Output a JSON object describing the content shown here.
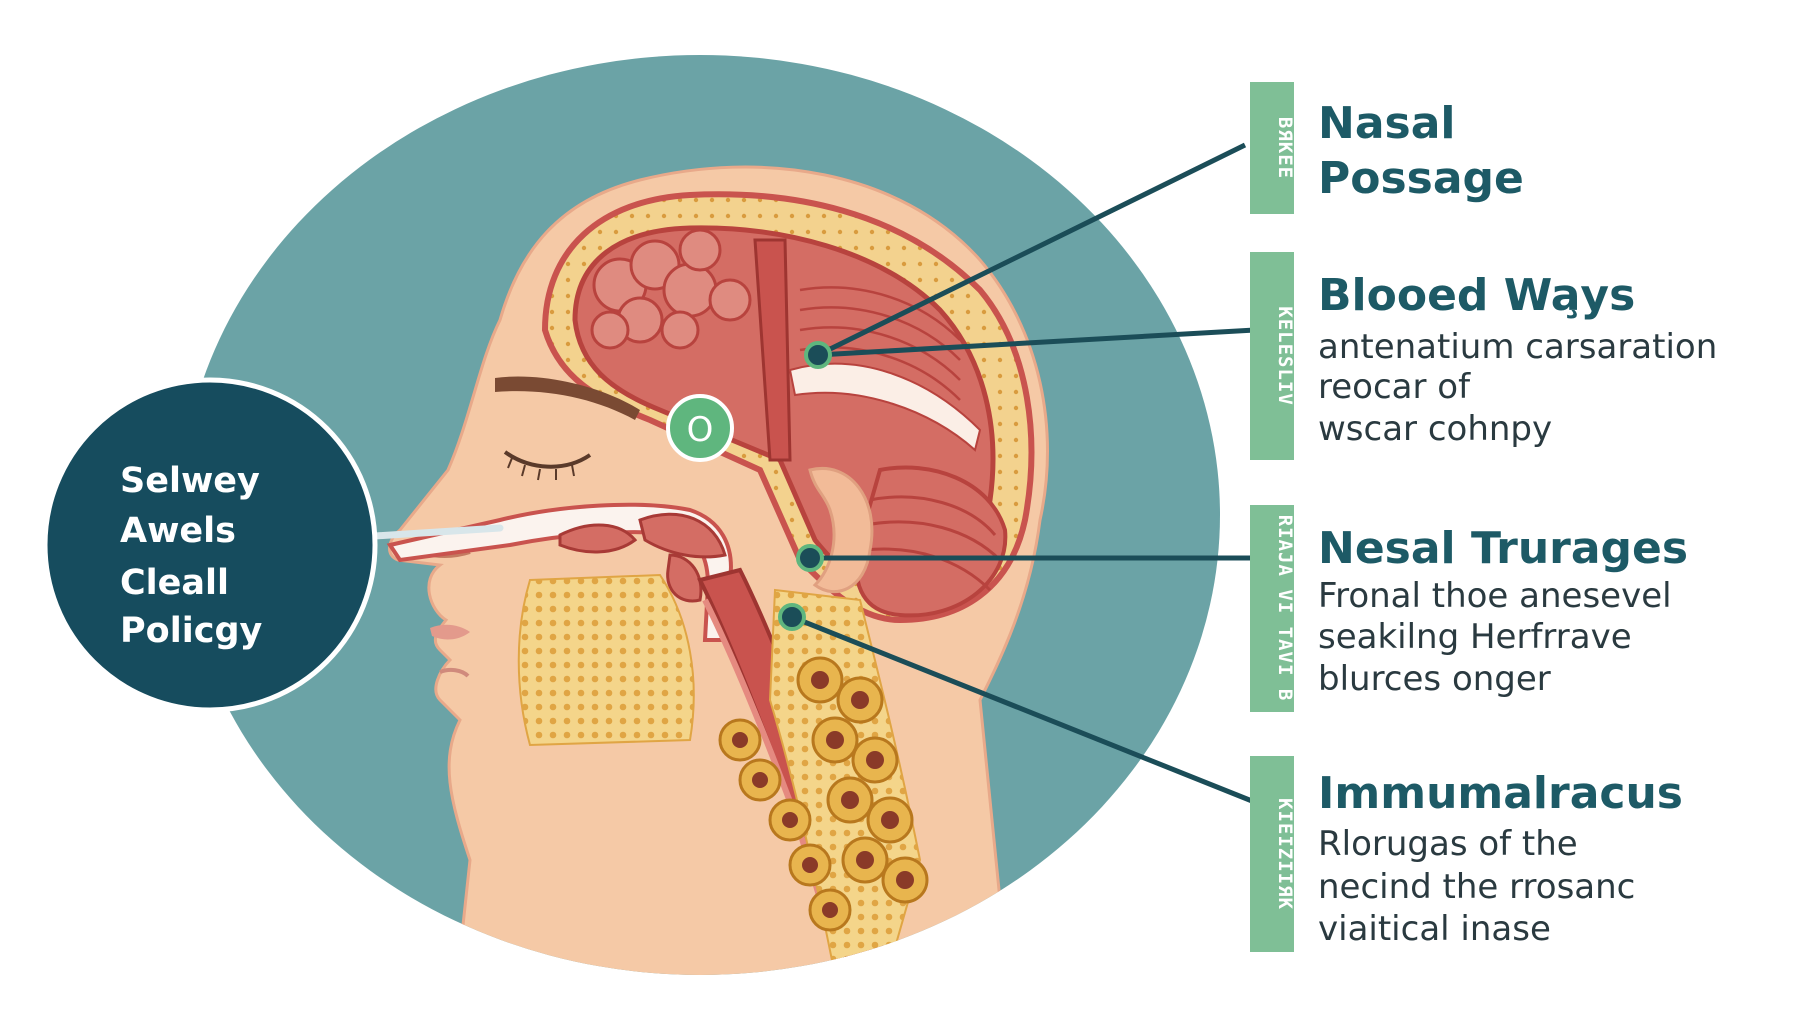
{
  "colors": {
    "circle_bg": "#6ba3a6",
    "badge_bg": "#164c5e",
    "tab_green": "#7fbf96",
    "callout_line": "#1b4d58",
    "title_teal": "#1d5a66",
    "skin": "#f5c9a6",
    "tissue_red": "#c9534e",
    "fat_yellow": "#e8b54e"
  },
  "badge": {
    "lines": [
      "Selwey",
      "Awels",
      "Cleall",
      "Policgy"
    ]
  },
  "eye_marker_label": "O",
  "callouts": [
    {
      "tab_label": "BЯKEE",
      "title_lines": [
        "Nasal",
        "Possage"
      ],
      "body_lines": []
    },
    {
      "tab_label": "KELESLIV",
      "title_lines": [
        "Blooed Wa̧ys"
      ],
      "body_lines": [
        "antenatium carsaration",
        "reocar of",
        "wscar cohnpy"
      ]
    },
    {
      "tab_label": "RIAJA VI TAVI B",
      "title_lines": [
        "Nesal Trurages"
      ],
      "body_lines": [
        "Fronal thoe anesevel",
        "seakilng Herfrrave",
        "blurces onger"
      ]
    },
    {
      "tab_label": "KIEIZIIЯK",
      "title_lines": [
        "Immumalracus"
      ],
      "body_lines": [
        "Rlorugas of the",
        "necind the rrosanc",
        "viaitical inase"
      ]
    }
  ]
}
